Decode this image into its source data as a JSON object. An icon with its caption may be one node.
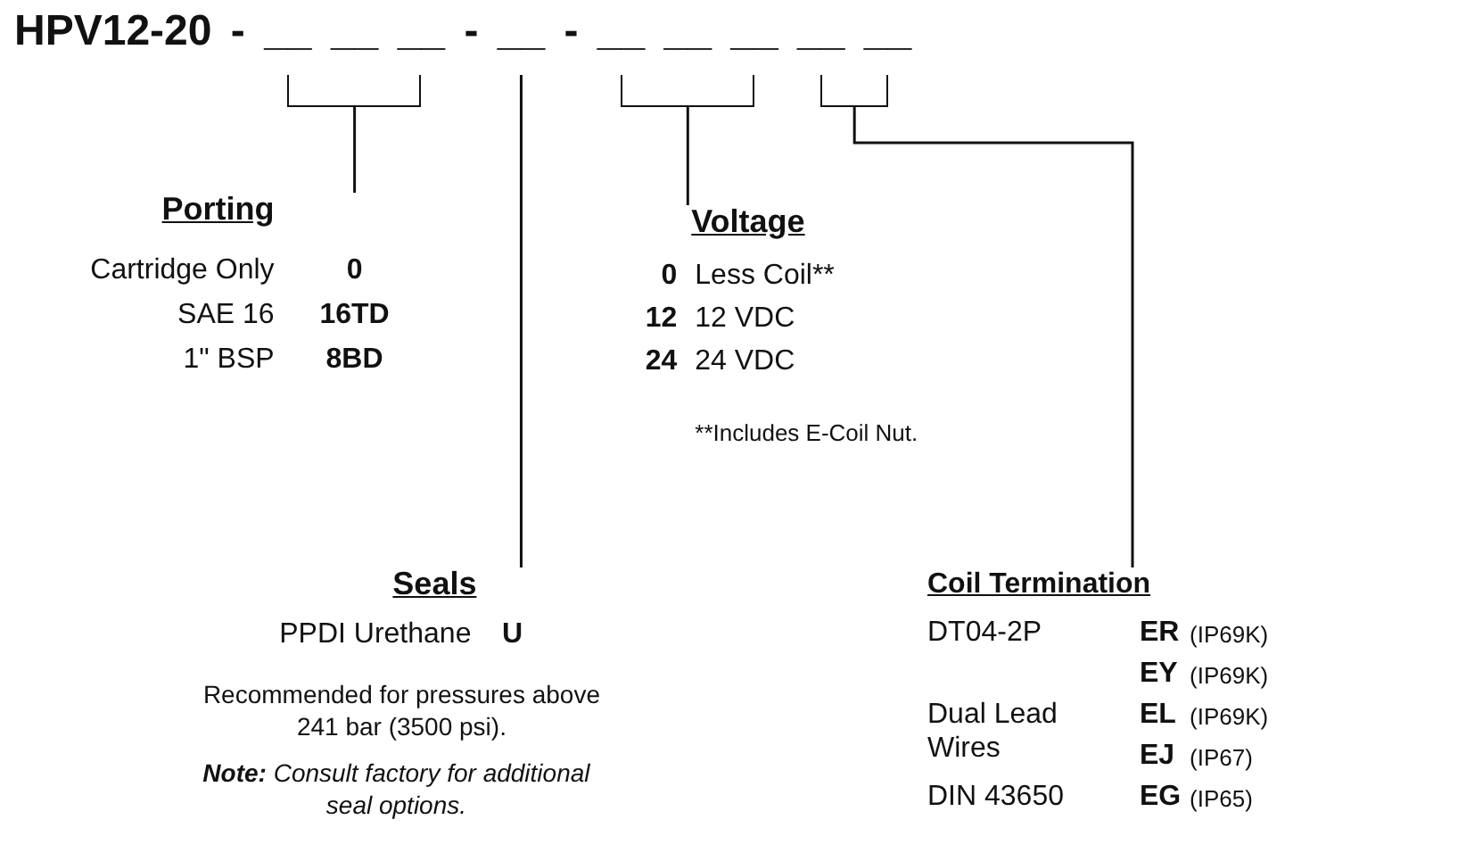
{
  "diagram": {
    "title": "HPV12-20 - __ __ __ - __ - __ __ __ __ __",
    "nodes": [
      {
        "text": [],
        "shape": "bracket"
      },
      {
        "text": [],
        "shape": "bracket"
      },
      {
        "text": [],
        "shape": "bracket"
      },
      {
        "text": [
          "Porting",
          "Cartridge Only",
          "0",
          "SAE 16",
          "16TD",
          "1\" BSP",
          "8BD"
        ]
      },
      {
        "text": [
          "Voltage",
          "0",
          "Less Coil**",
          "12",
          "12 VDC",
          "24",
          "24 VDC",
          "**Includes E-Coil Nut."
        ]
      },
      {
        "text": [
          "Seals",
          "PPDI Urethane",
          "U",
          "Recommended for pressures above 241 bar (3500 psi).",
          "**Note:**  Consult factory for additional seal options."
        ]
      },
      {
        "text": [
          "Coil Termination",
          "DT04-2P",
          "ER",
          "(IP69K)",
          "EY",
          "(IP69K)",
          "Dual Lead Wires",
          "EL",
          "(IP69K)",
          "EJ",
          "(IP67)",
          "DIN 43650",
          "EG",
          "(IP65)"
        ]
      }
    ],
    "edges": [
      {
        "from": 0,
        "to": 3,
        "arrow": "none"
      },
      {
        "from": null,
        "to": 5,
        "arrow": "none"
      },
      {
        "from": 1,
        "to": 4,
        "arrow": "none"
      },
      {
        "from": 2,
        "to": 6,
        "arrow": "none"
      }
    ]
  }
}
